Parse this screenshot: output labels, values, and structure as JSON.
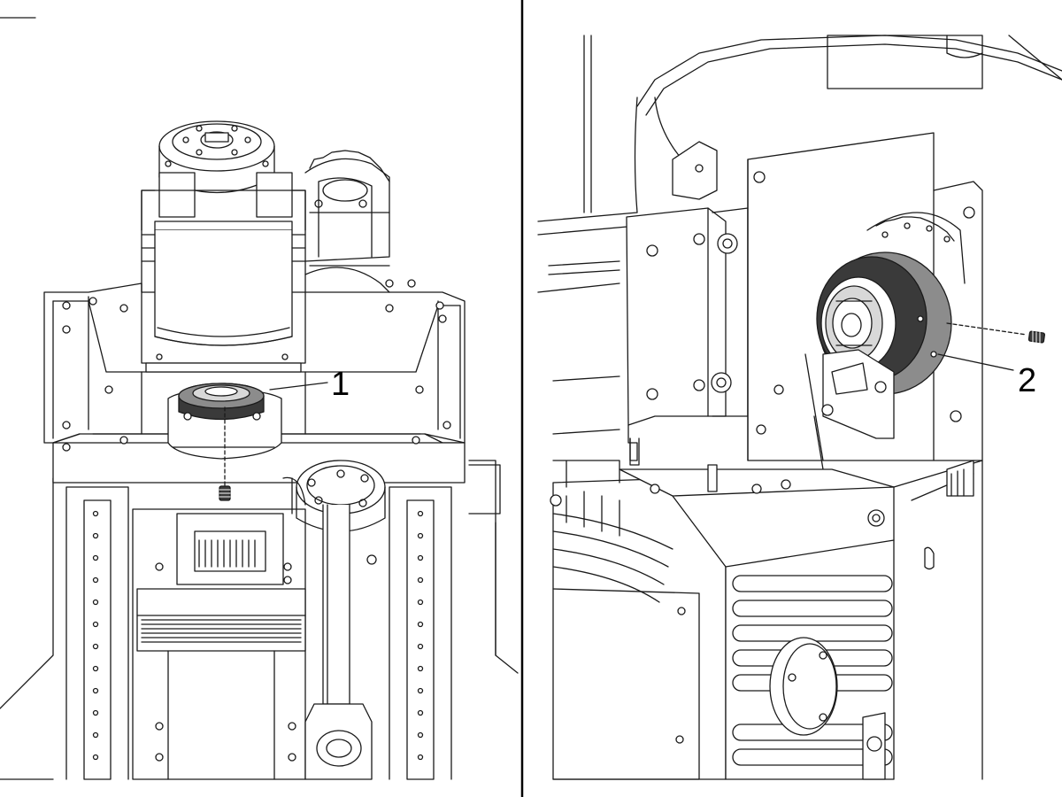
{
  "figure": {
    "panels": [
      {
        "id": "left",
        "subject": "machine-head-top-view",
        "callout": {
          "label": "1"
        },
        "part": "set-screw"
      },
      {
        "id": "right",
        "subject": "machine-head-side-view",
        "callout": {
          "label": "2"
        },
        "part": "set-screw"
      }
    ],
    "colors": {
      "line": "#1a1a1a",
      "shade_light": "#d8d8d8",
      "shade_medium": "#8c8c8c",
      "shade_dark": "#3a3a3a",
      "background": "#ffffff"
    }
  }
}
